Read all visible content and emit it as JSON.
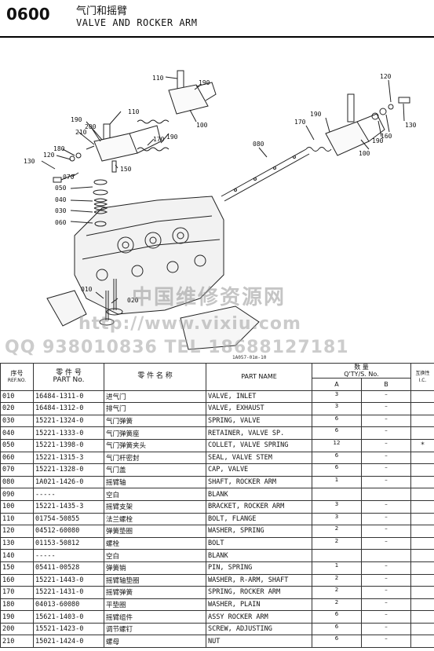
{
  "header": {
    "section_code": "0600",
    "title_cn": "气门和摇臂",
    "title_en": "VALVE AND ROCKER ARM"
  },
  "figure": {
    "callouts": [
      "110",
      "190",
      "100",
      "110",
      "190",
      "200",
      "210",
      "170",
      "190",
      "180",
      "130",
      "120",
      "150",
      "070",
      "050",
      "040",
      "030",
      "060",
      "010",
      "020",
      "080",
      "170",
      "190",
      "100",
      "160",
      "190",
      "130",
      "120"
    ],
    "ref_code": "1A057-01m-10",
    "watermark_cn": "中国维修资源网",
    "watermark_url": "http://www.vixiu.com",
    "watermark_contact": "QQ 938010836 TEL 18688127181"
  },
  "table": {
    "headers": {
      "ref_cn": "序号",
      "ref_en": "REF.NO.",
      "pn_cn": "零 件 号",
      "pn_en": "PART No.",
      "name_cn": "零 件 名 称",
      "name_en": "PART NAME",
      "qty_cn": "数 量",
      "qty_en": "Q'TY/S. No.",
      "col_a": "A",
      "col_b": "B",
      "ic_cn": "互换性",
      "ic_en": "I.C."
    },
    "rows": [
      {
        "ref": "010",
        "pn": "16484-1311-0",
        "cn": "进气门",
        "en": "VALVE, INLET",
        "a": "3",
        "b": "–",
        "ic": ""
      },
      {
        "ref": "020",
        "pn": "16484-1312-0",
        "cn": "排气门",
        "en": "VALVE, EXHAUST",
        "a": "3",
        "b": "–",
        "ic": ""
      },
      {
        "ref": "030",
        "pn": "15221-1324-0",
        "cn": "气门弹簧",
        "en": "SPRING, VALVE",
        "a": "6",
        "b": "–",
        "ic": ""
      },
      {
        "ref": "040",
        "pn": "15221-1333-0",
        "cn": "气门弹簧座",
        "en": "RETAINER, VALVE SP.",
        "a": "6",
        "b": "–",
        "ic": ""
      },
      {
        "ref": "050",
        "pn": "15221-1398-0",
        "cn": "气门弹簧夹头",
        "en": "COLLET, VALVE SPRING",
        "a": "12",
        "b": "–",
        "ic": "*"
      },
      {
        "ref": "060",
        "pn": "15221-1315-3",
        "cn": "气门杆密封",
        "en": "SEAL, VALVE STEM",
        "a": "6",
        "b": "–",
        "ic": ""
      },
      {
        "ref": "070",
        "pn": "15221-1328-0",
        "cn": "气门盖",
        "en": "CAP, VALVE",
        "a": "6",
        "b": "–",
        "ic": ""
      },
      {
        "ref": "080",
        "pn": "1A021-1426-0",
        "cn": "摇臂轴",
        "en": "SHAFT, ROCKER ARM",
        "a": "1",
        "b": "–",
        "ic": ""
      },
      {
        "ref": "090",
        "pn": "-----",
        "cn": "空白",
        "en": "BLANK",
        "a": "",
        "b": "",
        "ic": ""
      },
      {
        "ref": "100",
        "pn": "15221-1435-3",
        "cn": "摇臂支架",
        "en": "BRACKET, ROCKER ARM",
        "a": "3",
        "b": "–",
        "ic": ""
      },
      {
        "ref": "110",
        "pn": "01754-50855",
        "cn": "法兰螺栓",
        "en": "BOLT, FLANGE",
        "a": "3",
        "b": "–",
        "ic": ""
      },
      {
        "ref": "120",
        "pn": "04512-60080",
        "cn": "弹簧垫圈",
        "en": "WASHER, SPRING",
        "a": "2",
        "b": "–",
        "ic": ""
      },
      {
        "ref": "130",
        "pn": "01153-50812",
        "cn": "螺栓",
        "en": "BOLT",
        "a": "2",
        "b": "–",
        "ic": ""
      },
      {
        "ref": "140",
        "pn": "-----",
        "cn": "空白",
        "en": "BLANK",
        "a": "",
        "b": "",
        "ic": ""
      },
      {
        "ref": "150",
        "pn": "05411-00528",
        "cn": "弹簧销",
        "en": "PIN, SPRING",
        "a": "1",
        "b": "–",
        "ic": ""
      },
      {
        "ref": "160",
        "pn": "15221-1443-0",
        "cn": "摇臂轴垫圈",
        "en": "WASHER, R-ARM, SHAFT",
        "a": "2",
        "b": "–",
        "ic": ""
      },
      {
        "ref": "170",
        "pn": "15221-1431-0",
        "cn": "摇臂弹簧",
        "en": "SPRING, ROCKER ARM",
        "a": "2",
        "b": "–",
        "ic": ""
      },
      {
        "ref": "180",
        "pn": "04013-60080",
        "cn": "平垫圈",
        "en": "WASHER, PLAIN",
        "a": "2",
        "b": "–",
        "ic": ""
      },
      {
        "ref": "190",
        "pn": "15621-1403-0",
        "cn": "摇臂组件",
        "en": "ASSY ROCKER ARM",
        "a": "6",
        "b": "–",
        "ic": ""
      },
      {
        "ref": "200",
        "pn": "15521-1423-0",
        "cn": "调节螺钉",
        "en": "SCREW, ADJUSTING",
        "a": "6",
        "b": "–",
        "ic": ""
      },
      {
        "ref": "210",
        "pn": "15021-1424-0",
        "cn": "螺母",
        "en": "NUT",
        "a": "6",
        "b": "–",
        "ic": ""
      }
    ]
  }
}
